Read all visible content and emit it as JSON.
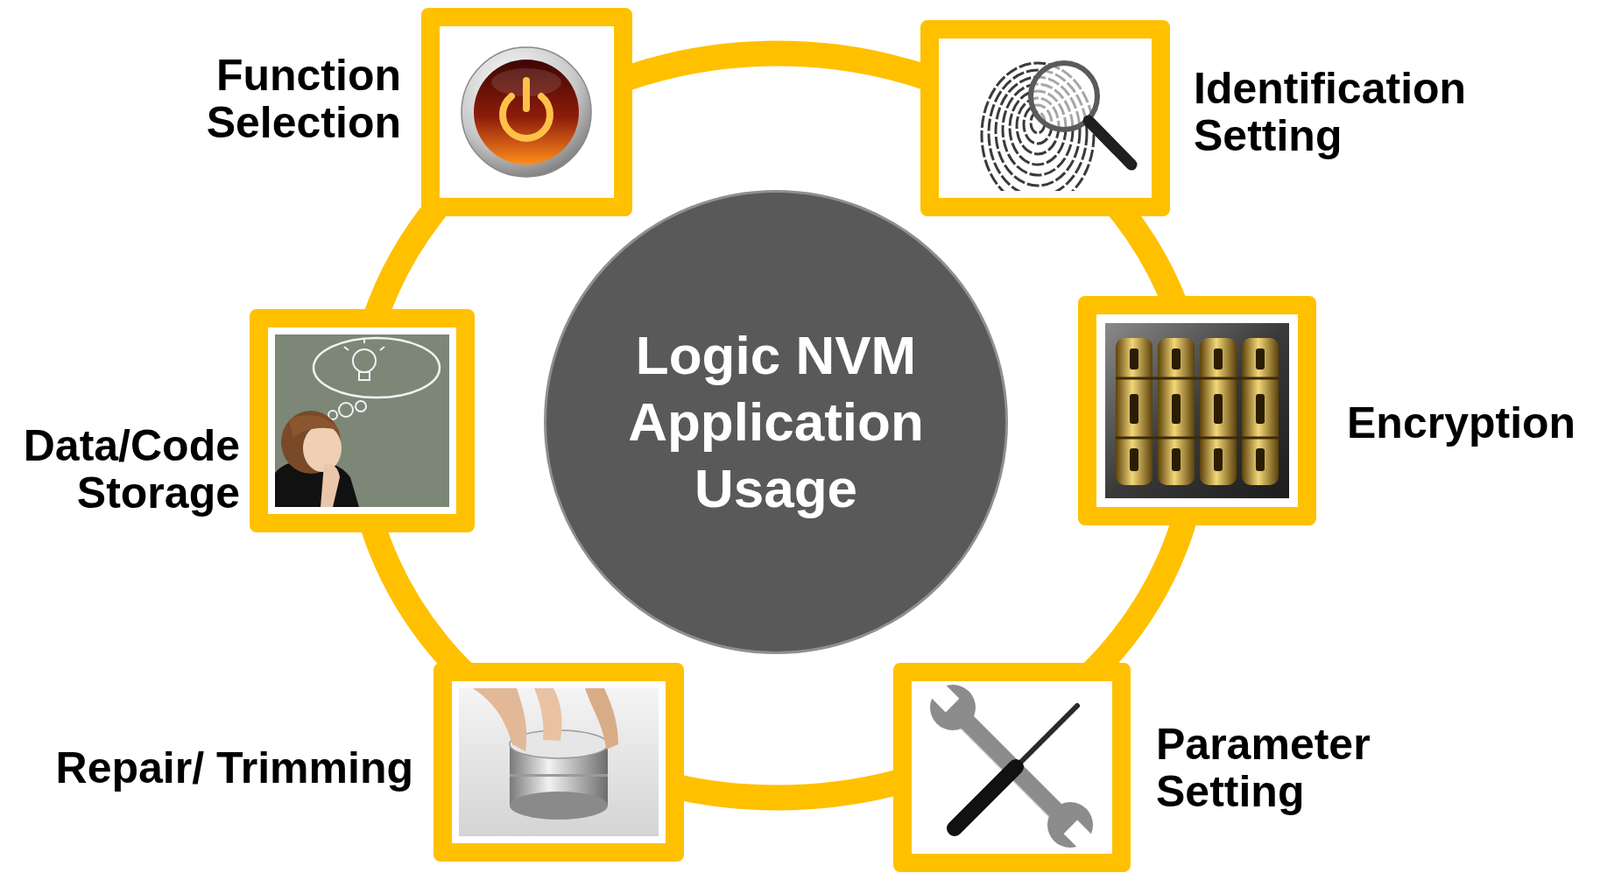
{
  "diagram": {
    "nodes": [
      {
        "text": [
          "Logic NVM Application Usage"
        ]
      },
      {
        "text": [
          "Function Selection"
        ]
      },
      {
        "text": [
          "Identification Setting"
        ]
      },
      {
        "text": [
          "Encryption"
        ]
      },
      {
        "text": [
          "Parameter Setting"
        ]
      },
      {
        "text": [
          "Repair/ Trimming"
        ]
      },
      {
        "text": [
          "Data/Code Storage"
        ]
      }
    ]
  }
}
